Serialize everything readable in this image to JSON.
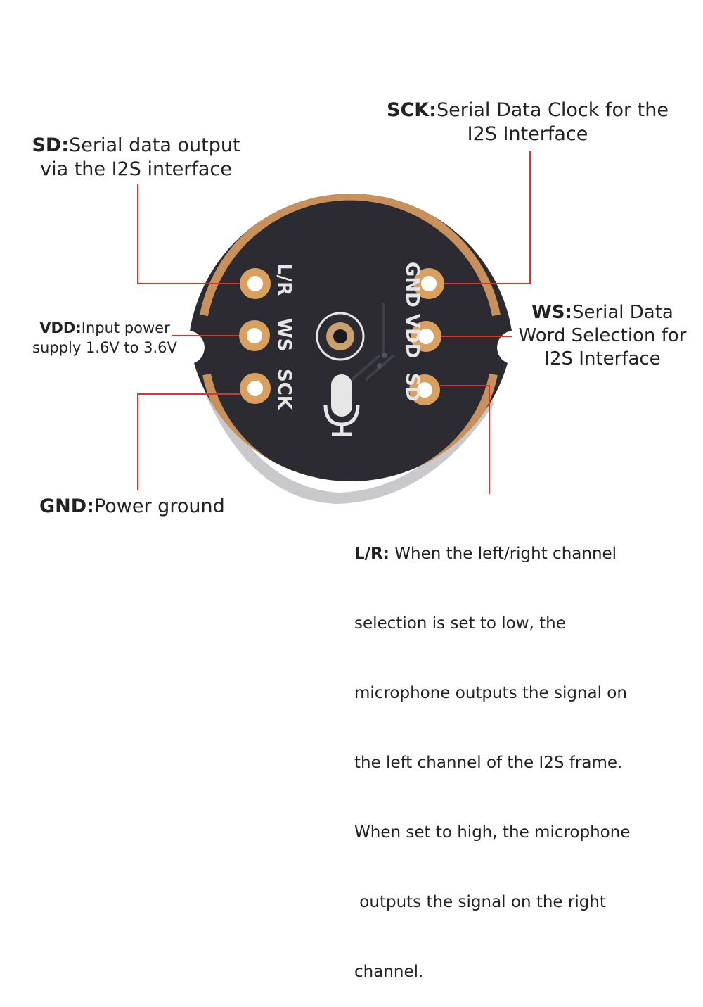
{
  "board": {
    "silkscreen_left": [
      "L/R",
      "WS",
      "SCK"
    ],
    "silkscreen_right": [
      "GND",
      "VDD",
      "SD"
    ],
    "colors": {
      "pcb": "#2b2b31",
      "copper": "#c8905a",
      "pad": "#d9a060",
      "leader": "#e03030"
    }
  },
  "labels": {
    "sd": {
      "key": "SD:",
      "lines": [
        "Serial data output",
        "via the I2S interface"
      ]
    },
    "sck": {
      "key": "SCK:",
      "lines": [
        "Serial Data Clock for the",
        "I2S Interface"
      ]
    },
    "vdd": {
      "key": "VDD:",
      "lines": [
        "Input power",
        "supply 1.6V to 3.6V"
      ]
    },
    "ws": {
      "key": "WS:",
      "lines": [
        "Serial Data",
        "Word Selection for",
        "I2S Interface"
      ]
    },
    "gnd": {
      "key": "GND:",
      "lines": [
        "Power ground"
      ]
    },
    "lr": {
      "key": "L/R:",
      "lines": [
        " When the left/right channel",
        "selection is set to low, the",
        "microphone outputs the signal on",
        "the left channel of the I2S frame.",
        "When set to high, the microphone",
        " outputs the signal on the right",
        "channel."
      ]
    }
  }
}
